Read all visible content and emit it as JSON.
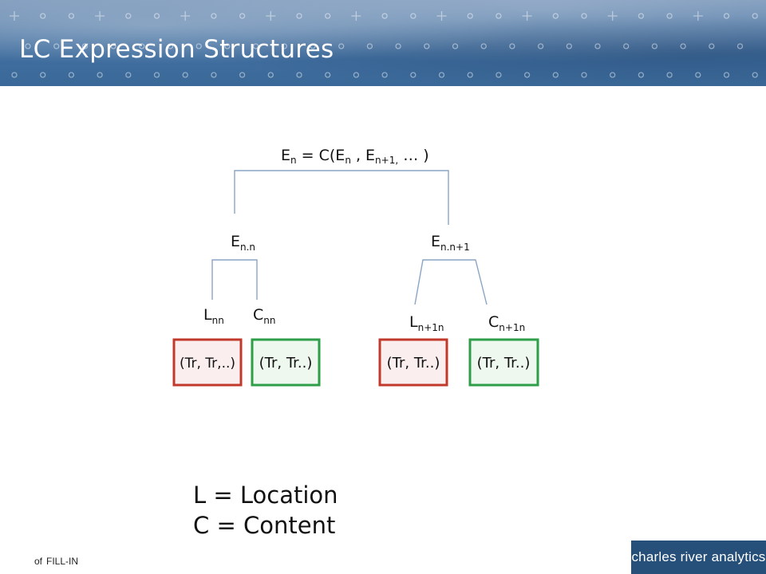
{
  "slide": {
    "title": "LC Expression Structures"
  },
  "diagram": {
    "root": {
      "base": "E",
      "sub": "n",
      "rest": " = C(E",
      "sub2": "n",
      "rest2": " , E",
      "sub3": "n+1,",
      "tail": " … )"
    },
    "left_node": {
      "base": "E",
      "sub": "n.n"
    },
    "right_node": {
      "base": "E",
      "sub": "n.n+1"
    },
    "leaves": [
      {
        "base": "L",
        "sub": "nn",
        "box_text": "(Tr, Tr,..)",
        "box_color": "#c0392b",
        "box_fill": "#fbeeee"
      },
      {
        "base": "C",
        "sub": "nn",
        "box_text": "(Tr, Tr..)",
        "box_color": "#2e9e48",
        "box_fill": "#eef8ef"
      },
      {
        "base": "L",
        "sub": "n+1n",
        "box_text": "(Tr, Tr..)",
        "box_color": "#c0392b",
        "box_fill": "#fbeeee"
      },
      {
        "base": "C",
        "sub": "n+1n",
        "box_text": "(Tr, Tr..)",
        "box_color": "#2e9e48",
        "box_fill": "#eef8ef"
      }
    ],
    "connector_color": "#8aa6c4"
  },
  "legend": {
    "line1": "L = Location",
    "line2": "C = Content"
  },
  "footer": {
    "of_label": "of",
    "page_placeholder": "FILL-IN",
    "brand": "charles river analytics"
  }
}
